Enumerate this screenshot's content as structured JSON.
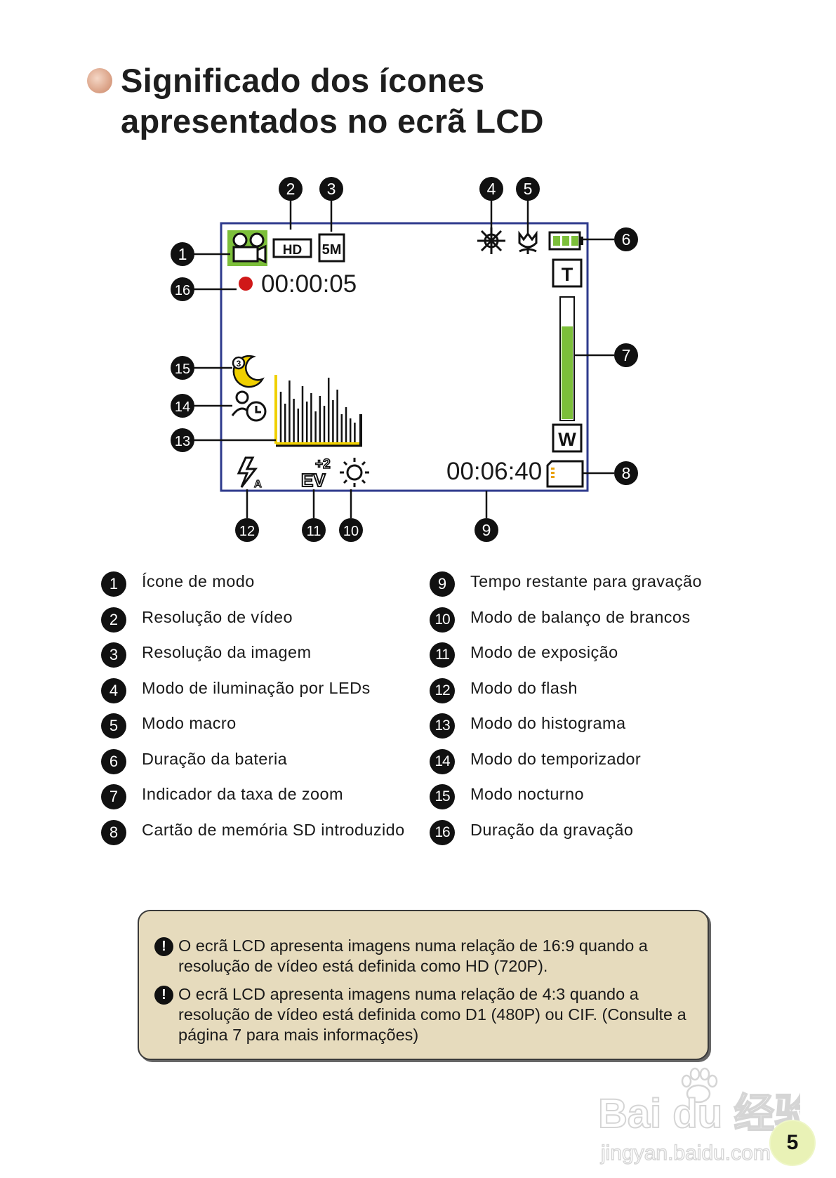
{
  "title": {
    "line1": "Significado dos ícones",
    "line2": "apresentados no ecrã LCD"
  },
  "lcd": {
    "recording_time": "00:00:05",
    "remaining_time": "00:06:40",
    "video_resolution_badge": "HD",
    "image_resolution_badge": "5M",
    "zoom_tele": "T",
    "zoom_wide": "W",
    "zoom_level": 0.77,
    "ev_value": "+2",
    "colors": {
      "frame": "#2e3a8c",
      "mode_icon_bg": "#7cbf3a",
      "battery": "#7cbf3a",
      "zoom_bar": "#7cbf3a",
      "histogram": "#f0d000",
      "record_dot": "#d01818"
    },
    "icons": [
      "video-camera-icon",
      "hd-icon",
      "5m-icon",
      "led-light-icon",
      "macro-flower-icon",
      "battery-icon",
      "zoom-indicator",
      "sd-card-icon",
      "white-balance-sun-icon",
      "exposure-ev-icon",
      "flash-auto-icon",
      "histogram",
      "self-timer-icon",
      "night-mode-moon-icon",
      "record-dot-icon"
    ],
    "callouts": [
      "1",
      "2",
      "3",
      "4",
      "5",
      "6",
      "7",
      "8",
      "9",
      "10",
      "11",
      "12",
      "13",
      "14",
      "15",
      "16"
    ]
  },
  "legend": {
    "left": [
      {
        "num": "1",
        "label": "Ícone de modo"
      },
      {
        "num": "2",
        "label": "Resolução de vídeo"
      },
      {
        "num": "3",
        "label": "Resolução da imagem"
      },
      {
        "num": "4",
        "label": "Modo de iluminação por LEDs"
      },
      {
        "num": "5",
        "label": "Modo macro"
      },
      {
        "num": "6",
        "label": "Duração da bateria"
      },
      {
        "num": "7",
        "label": "Indicador da taxa de zoom"
      },
      {
        "num": "8",
        "label": "Cartão de memória SD introduzido"
      }
    ],
    "right": [
      {
        "num": "9",
        "label": "Tempo restante para gravação"
      },
      {
        "num": "10",
        "label": "Modo de balanço de brancos"
      },
      {
        "num": "11",
        "label": "Modo de exposição"
      },
      {
        "num": "12",
        "label": "Modo do flash"
      },
      {
        "num": "13",
        "label": "Modo do histograma"
      },
      {
        "num": "14",
        "label": "Modo do temporizador"
      },
      {
        "num": "15",
        "label": "Modo nocturno"
      },
      {
        "num": "16",
        "label": "Duração da gravação"
      }
    ]
  },
  "notes": [
    {
      "mark": "!",
      "text": "O ecrã LCD apresenta imagens numa relação de 16:9 quando a resolução de vídeo está definida como HD (720P)."
    },
    {
      "mark": "!",
      "text": "O ecrã LCD apresenta imagens numa relação de 4:3 quando a resolução de vídeo está definida como D1 (480P) ou CIF. (Consulte a página 7 para mais informações)"
    }
  ],
  "watermark": {
    "brand": "Bai du 经验",
    "url": "jingyan.baidu.com"
  },
  "page_number": "5"
}
